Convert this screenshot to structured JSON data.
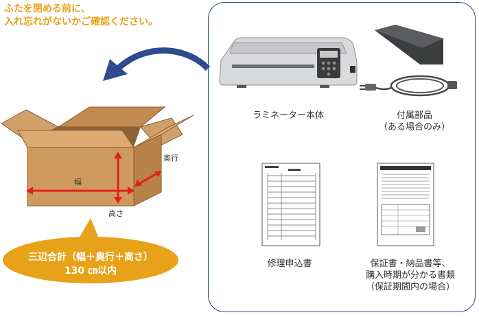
{
  "headline": {
    "line1": "ふたを閉める前に、",
    "line2": "入れ忘れがないかご確認ください。"
  },
  "items": {
    "laminator": {
      "label": "ラミネーター本体"
    },
    "accessories": {
      "line1": "付属部品",
      "line2": "（ある場合のみ）"
    },
    "repair_form": {
      "label": "修理申込書"
    },
    "warranty": {
      "line1": "保証書・納品書等、",
      "line2": "購入時期が分かる書類",
      "line3": "（保証期間内の場合）"
    }
  },
  "box": {
    "width_label": "幅",
    "depth_label": "奥行",
    "height_label": "高さ"
  },
  "bubble": {
    "line1": "三辺合計（幅＋奥行＋高さ）",
    "line2": "130 ㎝以内"
  },
  "colors": {
    "accent_orange": "#e8a21a",
    "panel_border": "#2f4a8f",
    "arrow_red": "#e02020",
    "cardboard": "#c9965a"
  }
}
